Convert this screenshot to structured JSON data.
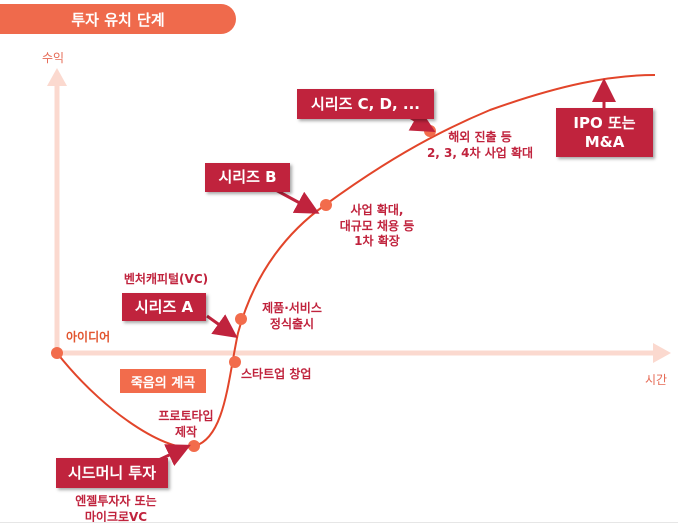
{
  "title": "투자 유치 단계",
  "axes": {
    "y_label": "수익",
    "x_label": "시간"
  },
  "stages": {
    "seed": {
      "label": "시드머니 투자",
      "note": "엔젤투자자 또는\n마이크로VC"
    },
    "series_a": {
      "label": "시리즈 A",
      "note": "벤처캐피털(VC)"
    },
    "series_b": {
      "label": "시리즈 B"
    },
    "series_cd": {
      "label": "시리즈 C, D, ..."
    },
    "exit": {
      "label": "IPO 또는\nM&A"
    }
  },
  "milestones": {
    "idea": "아이디어",
    "prototype": "프로토타입\n제작",
    "startup": "스타트업 창업",
    "launch": "제품·서비스\n정식출시",
    "expansion": "사업 확대,\n대규모 채용 등\n1차 확장",
    "global": "해외 진출 등\n2, 3, 4차 사업 확대"
  },
  "valley": "죽음의 계곡",
  "colors": {
    "axis": "#fbd9cf",
    "curve": "#e2452a",
    "accent": "#ef6a4c",
    "stage": "#c0233d",
    "dot": "#f26c4c"
  }
}
